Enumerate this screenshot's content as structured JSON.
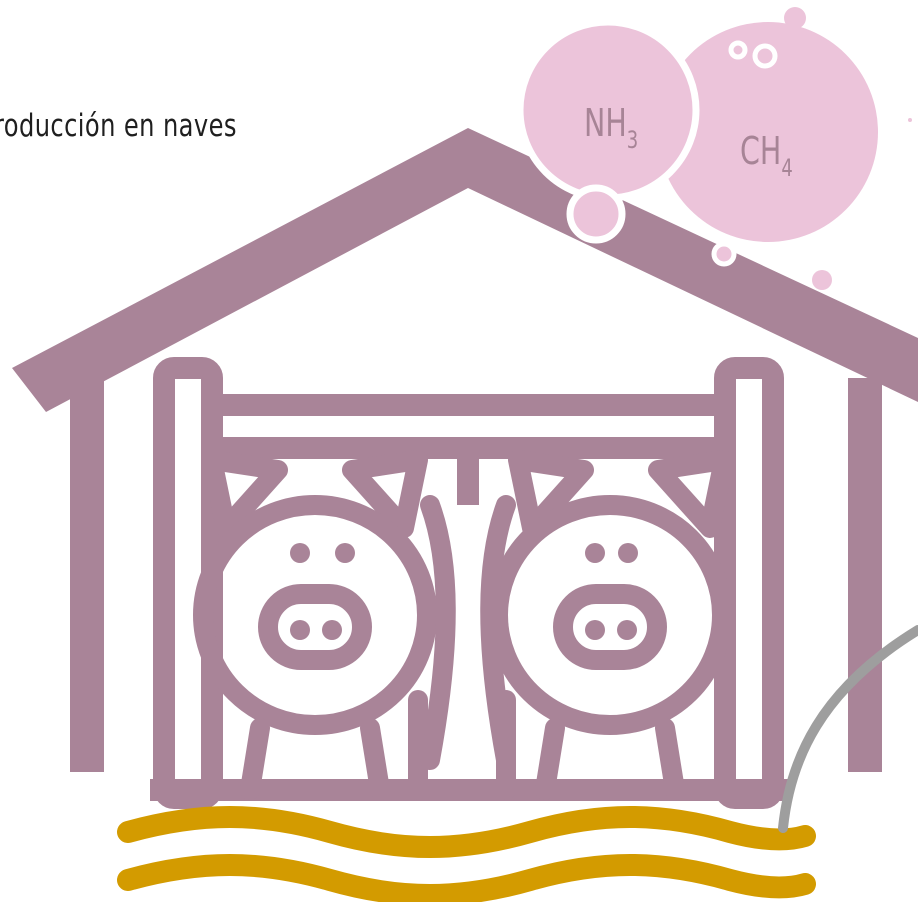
{
  "caption": "roducción en naves",
  "gases": [
    {
      "base": "NH",
      "sub": "3"
    },
    {
      "base": "CH",
      "sub": "4"
    }
  ],
  "colors": {
    "building": "#a98498",
    "bubble": "#ecc4da",
    "bubble_text": "#a78496",
    "slurry": "#d39b00",
    "pipe": "#9e9e9e"
  }
}
